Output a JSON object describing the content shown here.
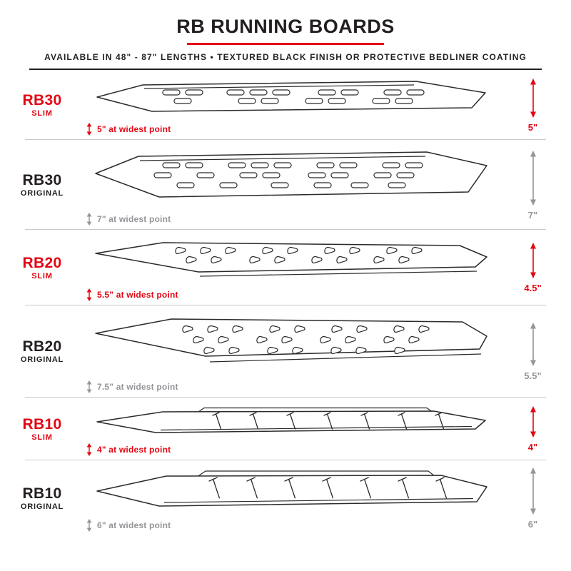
{
  "header": {
    "title": "RB RUNNING BOARDS",
    "subtitle": "AVAILABLE IN 48\" - 87\" LENGTHS   •   TEXTURED BLACK FINISH OR PROTECTIVE BEDLINER COATING"
  },
  "colors": {
    "accent_red": "#e30613",
    "ink_black": "#231f20",
    "measure_gray": "#939598"
  },
  "rows": [
    {
      "model": "RB30",
      "variant": "SLIM",
      "theme": "red",
      "board_style": "rb30-slim",
      "width_label": "5\" at widest point",
      "height_label": "5\""
    },
    {
      "model": "RB30",
      "variant": "ORIGINAL",
      "theme": "black",
      "board_style": "rb30-original",
      "width_label": "7\" at widest point",
      "height_label": "7\""
    },
    {
      "model": "RB20",
      "variant": "SLIM",
      "theme": "red",
      "board_style": "rb20-slim",
      "width_label": "5.5\" at widest point",
      "height_label": "4.5\""
    },
    {
      "model": "RB20",
      "variant": "ORIGINAL",
      "theme": "black",
      "board_style": "rb20-original",
      "width_label": "7.5\" at widest point",
      "height_label": "5.5\""
    },
    {
      "model": "RB10",
      "variant": "SLIM",
      "theme": "red",
      "board_style": "rb10-slim",
      "width_label": "4\" at widest point",
      "height_label": "4\""
    },
    {
      "model": "RB10",
      "variant": "ORIGINAL",
      "theme": "black",
      "board_style": "rb10-original",
      "width_label": "6\" at widest point",
      "height_label": "6\""
    }
  ]
}
